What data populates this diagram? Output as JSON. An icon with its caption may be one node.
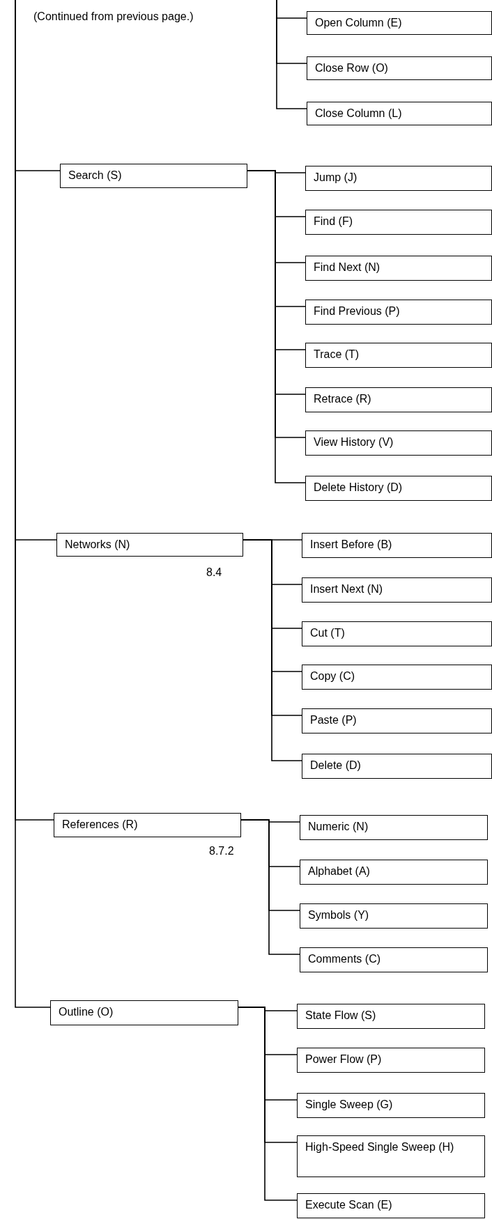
{
  "diagram": {
    "nodes": [
      {
        "text": [
          "Open Column (E)"
        ]
      },
      {
        "text": [
          "Close Row (O)"
        ]
      },
      {
        "text": [
          "Close Column (L)"
        ]
      },
      {
        "text": [
          "Search (S)"
        ]
      },
      {
        "text": [
          "Jump (J)"
        ]
      },
      {
        "text": [
          "Find (F)"
        ]
      },
      {
        "text": [
          "Find Next (N)"
        ]
      },
      {
        "text": [
          "Find Previous (P)"
        ]
      },
      {
        "text": [
          "Trace (T)"
        ]
      },
      {
        "text": [
          "Retrace (R)"
        ]
      },
      {
        "text": [
          "View History (V)"
        ]
      },
      {
        "text": [
          "Delete History (D)"
        ]
      },
      {
        "text": [
          "Networks (N)"
        ],
        "beside": [
          "8.4"
        ]
      },
      {
        "text": [
          "Insert Before (B)"
        ]
      },
      {
        "text": [
          "Insert Next (N)"
        ]
      },
      {
        "text": [
          "Cut (T)"
        ]
      },
      {
        "text": [
          "Copy (C)"
        ]
      },
      {
        "text": [
          "Paste (P)"
        ]
      },
      {
        "text": [
          "Delete (D)"
        ]
      },
      {
        "text": [
          "References (R)"
        ],
        "beside": [
          "8.7.2"
        ]
      },
      {
        "text": [
          "Numeric (N)"
        ]
      },
      {
        "text": [
          "Alphabet (A)"
        ]
      },
      {
        "text": [
          "Symbols (Y)"
        ]
      },
      {
        "text": [
          "Comments (C)"
        ]
      },
      {
        "text": [
          "Outline (O)"
        ]
      },
      {
        "text": [
          "State Flow (S)"
        ]
      },
      {
        "text": [
          "Power Flow (P)"
        ]
      },
      {
        "text": [
          "Single Sweep (G)"
        ]
      },
      {
        "text": [
          "High-Speed Single Sweep (H)"
        ]
      },
      {
        "text": [
          "Execute Scan (E)"
        ]
      }
    ],
    "edges": [
      {
        "from": null,
        "to": 0,
        "arrow": "none"
      },
      {
        "from": null,
        "to": 1,
        "arrow": "none"
      },
      {
        "from": null,
        "to": 2,
        "arrow": "none"
      },
      {
        "from": null,
        "to": 3,
        "arrow": "none"
      },
      {
        "from": null,
        "to": 12,
        "arrow": "none"
      },
      {
        "from": null,
        "to": 19,
        "arrow": "none"
      },
      {
        "from": null,
        "to": 24,
        "arrow": "none"
      },
      {
        "from": 3,
        "to": 4,
        "arrow": "none"
      },
      {
        "from": 3,
        "to": 5,
        "arrow": "none"
      },
      {
        "from": 3,
        "to": 6,
        "arrow": "none"
      },
      {
        "from": 3,
        "to": 7,
        "arrow": "none"
      },
      {
        "from": 3,
        "to": 8,
        "arrow": "none"
      },
      {
        "from": 3,
        "to": 9,
        "arrow": "none"
      },
      {
        "from": 3,
        "to": 10,
        "arrow": "none"
      },
      {
        "from": 3,
        "to": 11,
        "arrow": "none"
      },
      {
        "from": 12,
        "to": 13,
        "arrow": "none"
      },
      {
        "from": 12,
        "to": 14,
        "arrow": "none"
      },
      {
        "from": 12,
        "to": 15,
        "arrow": "none"
      },
      {
        "from": 12,
        "to": 16,
        "arrow": "none"
      },
      {
        "from": 12,
        "to": 17,
        "arrow": "none"
      },
      {
        "from": 12,
        "to": 18,
        "arrow": "none"
      },
      {
        "from": 19,
        "to": 20,
        "arrow": "none"
      },
      {
        "from": 19,
        "to": 21,
        "arrow": "none"
      },
      {
        "from": 19,
        "to": 22,
        "arrow": "none"
      },
      {
        "from": 19,
        "to": 23,
        "arrow": "none"
      },
      {
        "from": 24,
        "to": 25,
        "arrow": "none"
      },
      {
        "from": 24,
        "to": 26,
        "arrow": "none"
      },
      {
        "from": 24,
        "to": 27,
        "arrow": "none"
      },
      {
        "from": 24,
        "to": 28,
        "arrow": "none"
      },
      {
        "from": 24,
        "to": 29,
        "arrow": "none"
      }
    ],
    "labels": [
      "(Continued from previous page.)"
    ]
  }
}
